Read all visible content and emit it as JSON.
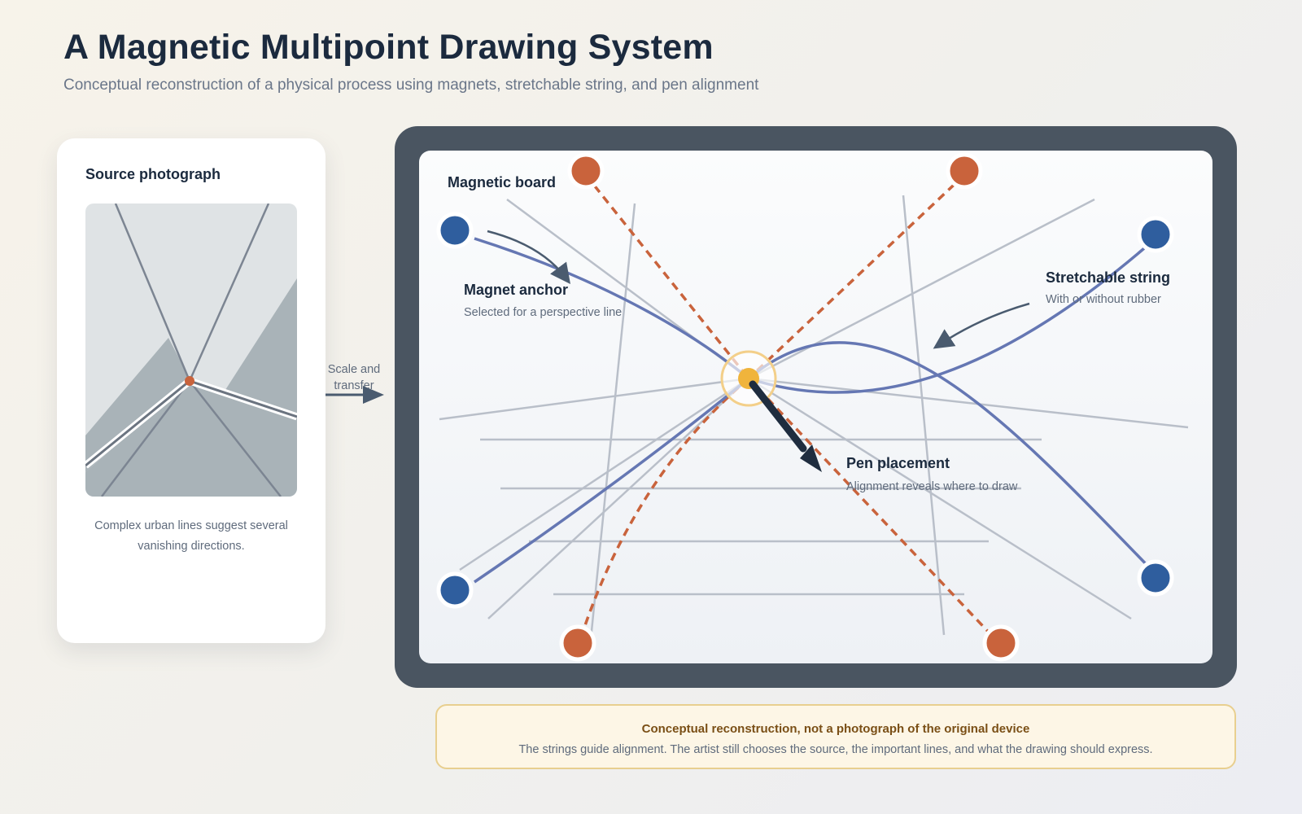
{
  "header": {
    "title": "A Magnetic Multipoint Drawing System",
    "subtitle": "Conceptual reconstruction of a physical process using magnets, stretchable string, and pen alignment"
  },
  "source_panel": {
    "title": "Source photograph",
    "caption": "Complex urban lines suggest several vanishing directions."
  },
  "transfer": {
    "label_line1": "Scale and",
    "label_line2": "transfer"
  },
  "board": {
    "label": "Magnetic board",
    "annotations": {
      "magnet_anchor": {
        "title": "Magnet anchor",
        "subtitle": "Selected for a perspective line"
      },
      "stretchable_string": {
        "title": "Stretchable string",
        "subtitle": "With or without rubber"
      },
      "pen_placement": {
        "title": "Pen placement",
        "subtitle": "Alignment reveals where to draw"
      }
    }
  },
  "note": {
    "title": "Conceptual reconstruction, not a photograph of the original device",
    "body": "The strings guide alignment. The artist still chooses the source, the important lines, and what the drawing should express."
  },
  "colors": {
    "blue_magnet": "#2f5e9e",
    "orange_magnet": "#c9633c",
    "string_blue": "#6577b3",
    "guide_gray": "#b9bfc9",
    "pen_point": "#f0b43c",
    "board_frame": "#4a5561"
  },
  "icons": {
    "magnet": "circle-magnet-icon",
    "pen": "pen-point-icon",
    "arrow": "arrow-icon"
  }
}
